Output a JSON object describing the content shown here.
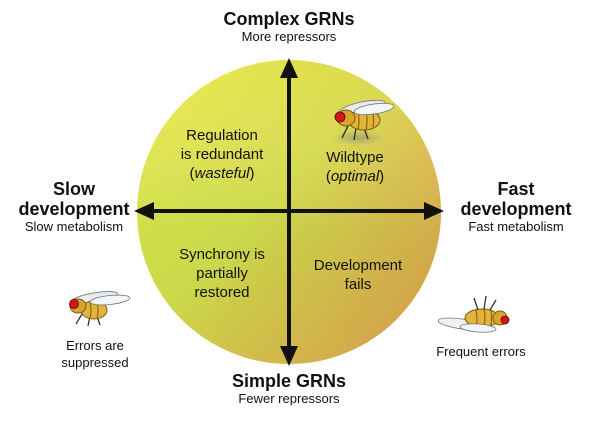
{
  "axes": {
    "top": {
      "title": "Complex GRNs",
      "subtitle": "More repressors"
    },
    "bottom": {
      "title": "Simple GRNs",
      "subtitle": "Fewer repressors"
    },
    "left": {
      "title_line1": "Slow",
      "title_line2": "development",
      "subtitle": "Slow metabolism"
    },
    "right": {
      "title_line1": "Fast",
      "title_line2": "development",
      "subtitle": "Fast metabolism"
    }
  },
  "quadrants": {
    "top_left": {
      "line1": "Regulation",
      "line2": "is redundant",
      "line3_open": "(",
      "line3_italic": "wasteful",
      "line3_close": ")"
    },
    "top_right": {
      "line1": "Wildtype",
      "line2_open": "(",
      "line2_italic": "optimal",
      "line2_close": ")"
    },
    "bottom_left": {
      "line1": "Synchrony is",
      "line2": "partially",
      "line3": "restored"
    },
    "bottom_right": {
      "line1": "Development",
      "line2": "fails"
    }
  },
  "side_captions": {
    "left_fly": {
      "line1": "Errors are",
      "line2": "suppressed"
    },
    "right_fly": {
      "line1": "Frequent errors"
    }
  },
  "colors": {
    "top_left": "#e9e94a",
    "top_right": "#c2b84a",
    "bottom_left": "#c9de4a",
    "bottom_right": "#e9804c",
    "arrow": "#111111"
  },
  "icons": [
    "fly-wildtype-icon",
    "fly-healthy-icon",
    "fly-dead-icon"
  ]
}
